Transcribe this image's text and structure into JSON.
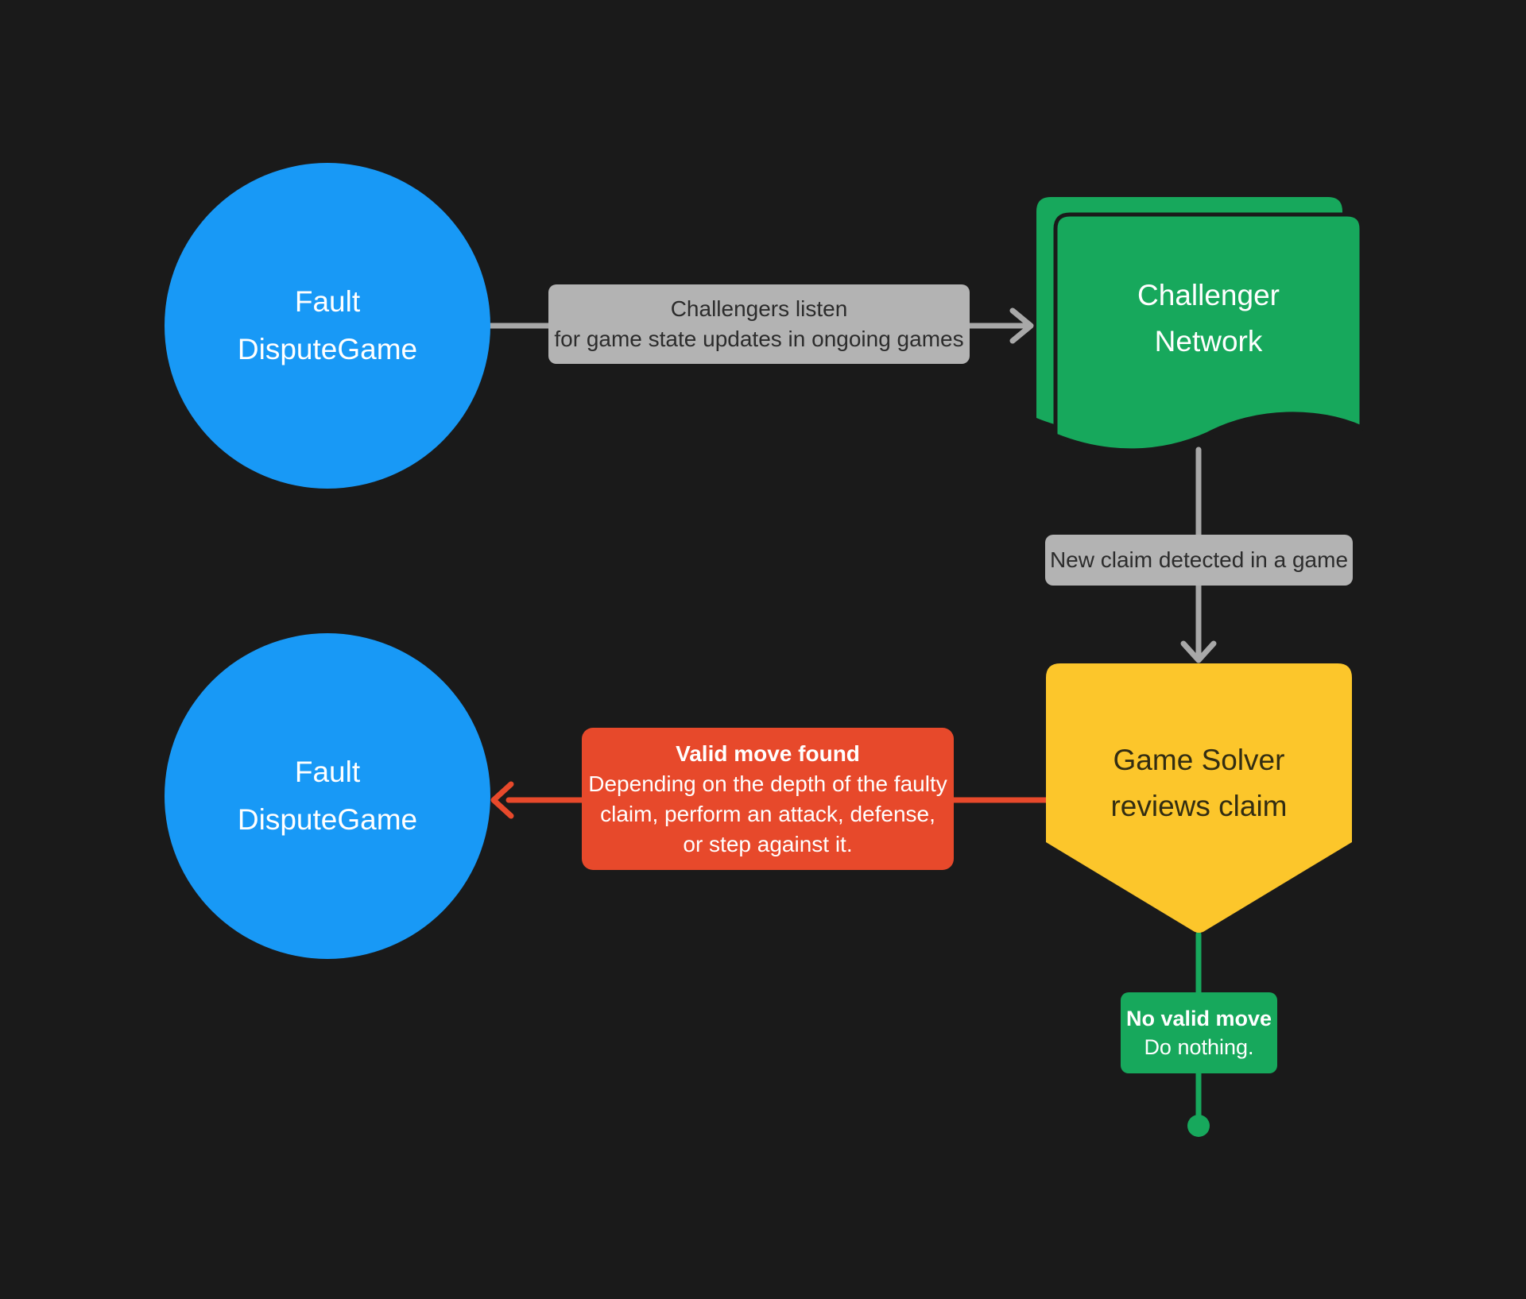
{
  "diagram": {
    "title_hint": "Fault dispute game challenger flow",
    "colors": {
      "background": "#1A1A1A",
      "node_blue": "#1899F6",
      "node_green": "#17A85C",
      "node_yellow": "#FCC62B",
      "callout_red": "#E7492B",
      "label_gray": "#B3B3B3",
      "connector_gray": "#A8A8A8",
      "label_text_dark": "#2C2C2C",
      "yellow_text_dark": "#332D12",
      "text_white": "#FFFFFF"
    },
    "nodes": {
      "fdg_top": {
        "line1": "Fault",
        "line2": "DisputeGame"
      },
      "challenger_network": {
        "line1": "Challenger",
        "line2": "Network"
      },
      "game_solver": {
        "line1": "Game Solver",
        "line2": "reviews claim"
      },
      "fdg_bottom": {
        "line1": "Fault",
        "line2": "DisputeGame"
      }
    },
    "edges": {
      "listen": {
        "line1": "Challengers listen",
        "line2": "for game state updates in ongoing games"
      },
      "new_claim": {
        "label": "New claim detected in a game"
      },
      "valid_move": {
        "title": "Valid move found",
        "body": "Depending on the depth of the faulty\nclaim, perform an attack, defense,\nor step against it."
      },
      "no_valid_move": {
        "title": "No valid move",
        "body": "Do nothing."
      }
    }
  }
}
